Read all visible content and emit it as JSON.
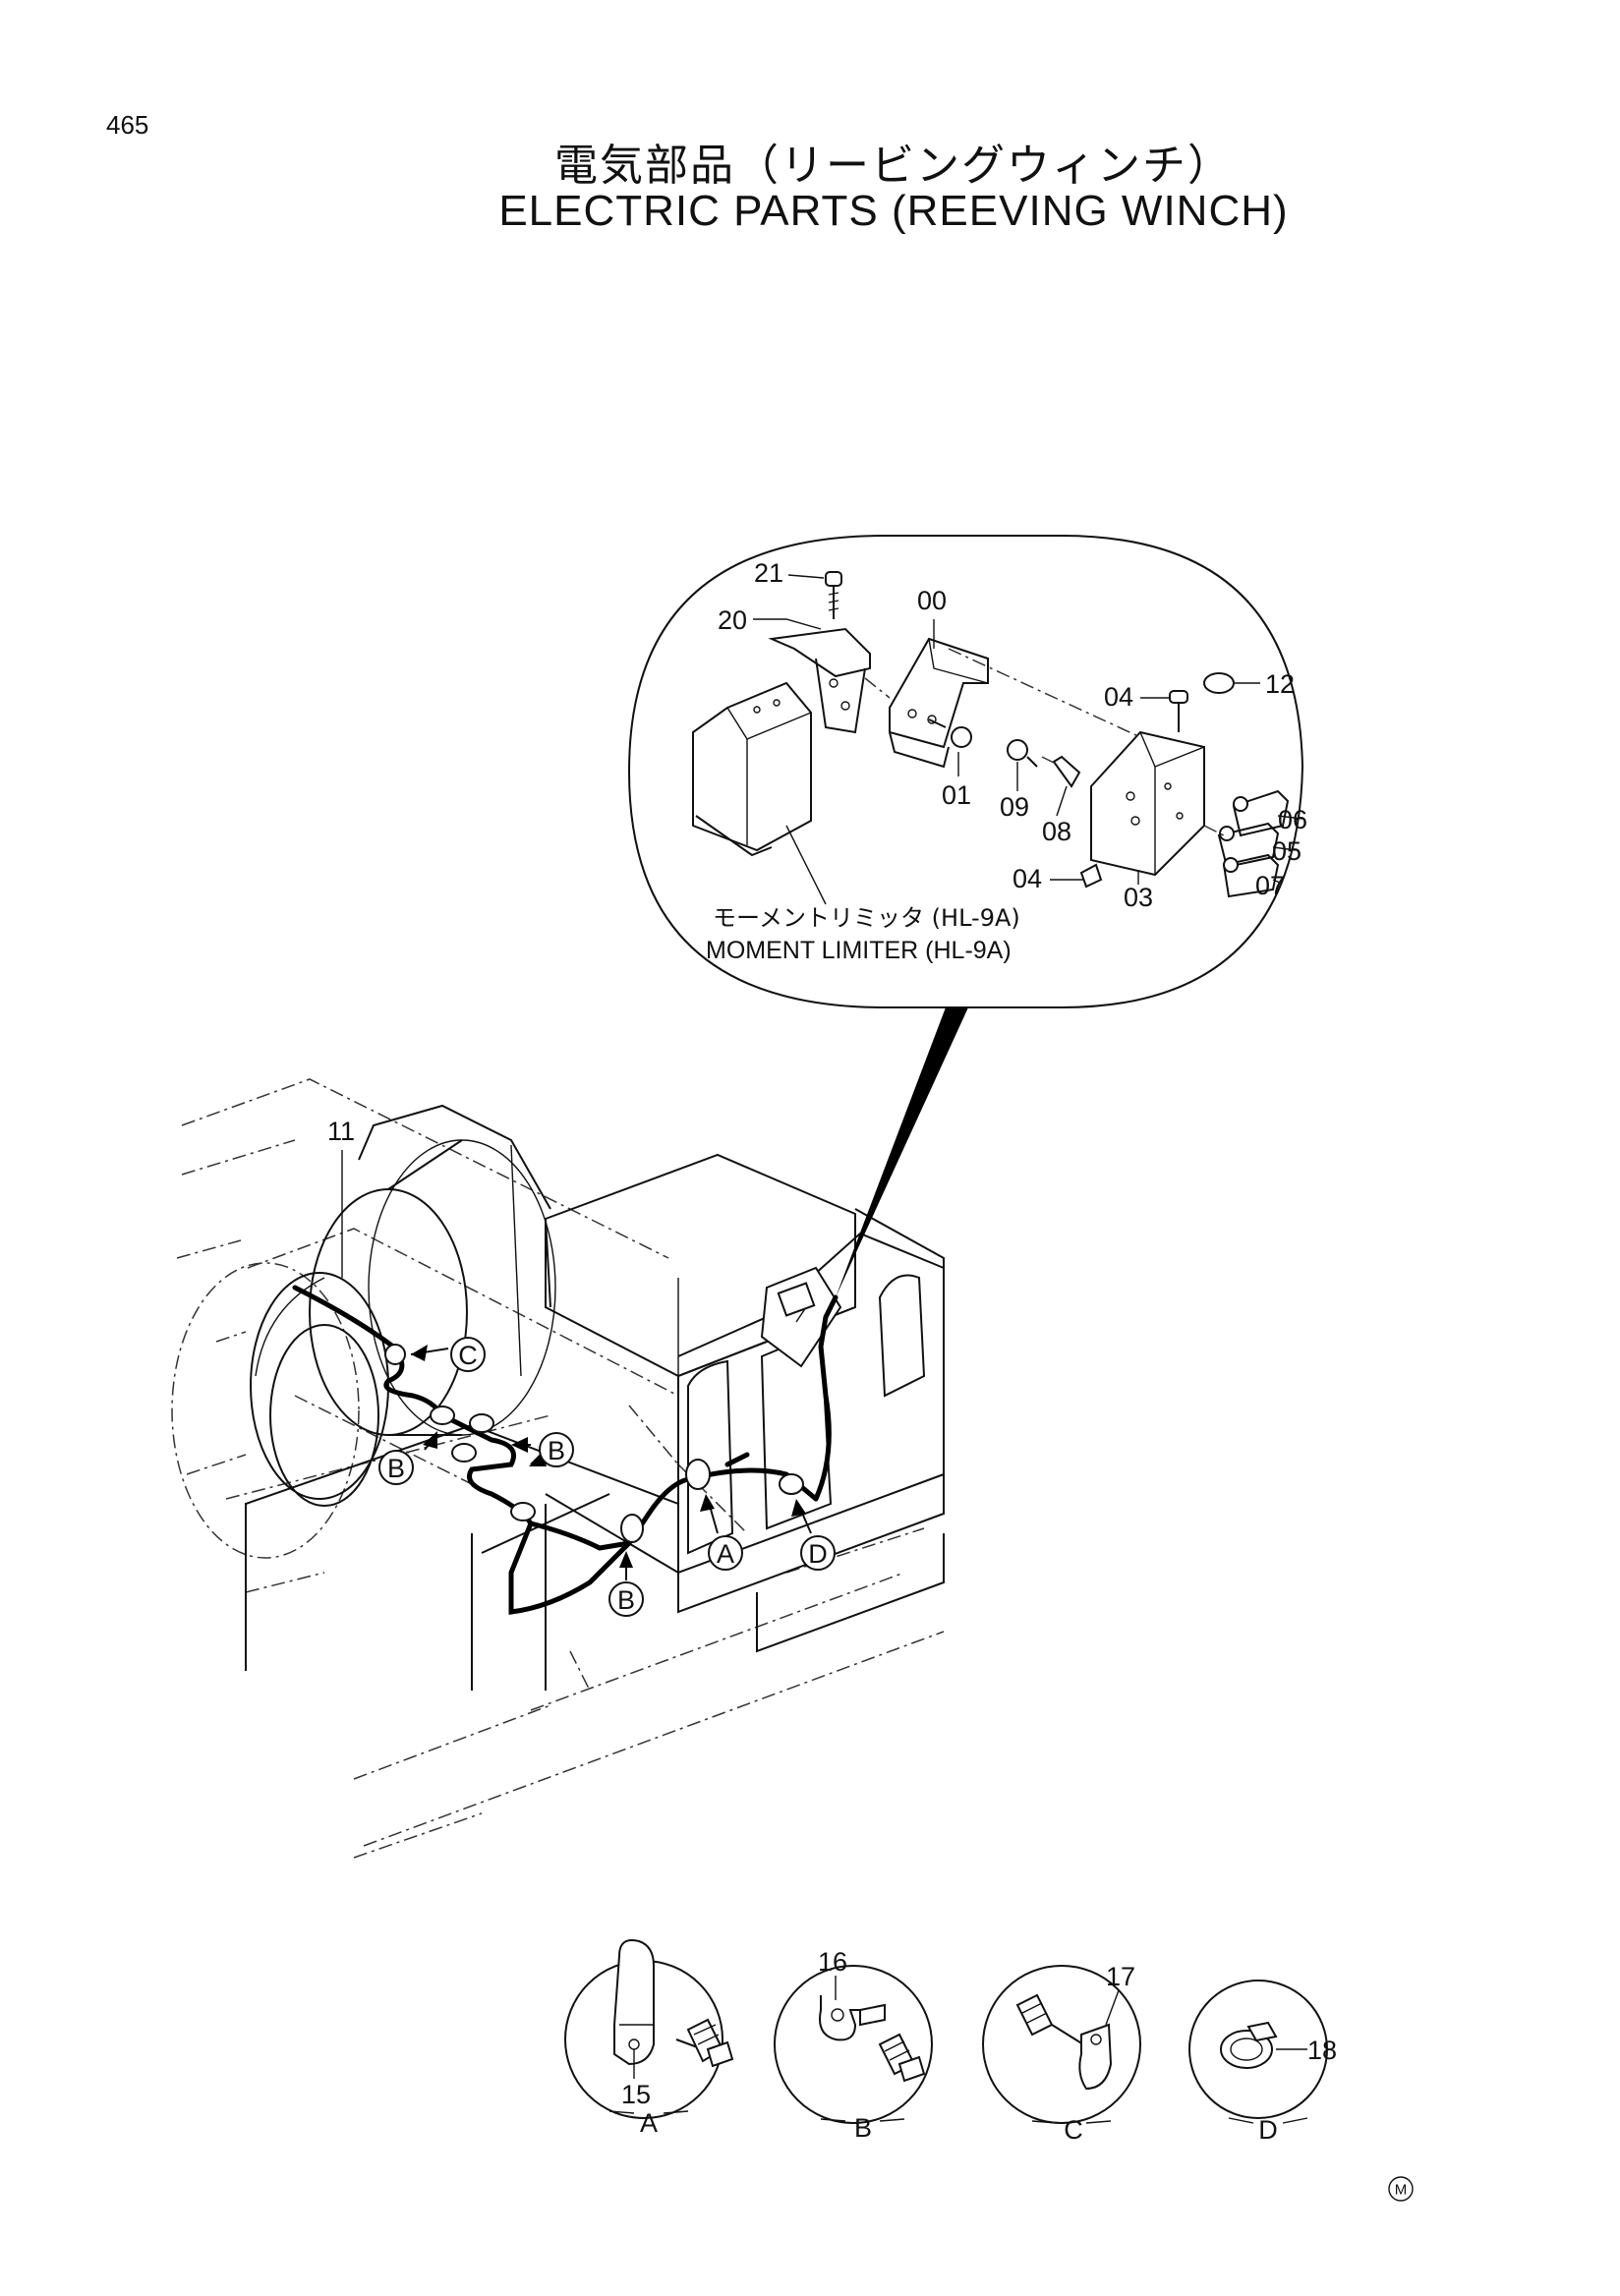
{
  "page_number": "465",
  "title_jp": "電気部品（リービングウィンチ）",
  "title_en": "ELECTRIC PARTS (REEVING WINCH)",
  "detail": {
    "caption_jp": "モーメントリミッタ (HL-9A)",
    "caption_en": "MOMENT LIMITER (HL-9A)",
    "part_labels": [
      "21",
      "20",
      "00",
      "01",
      "09",
      "08",
      "04",
      "12",
      "06",
      "05",
      "07",
      "03",
      "04"
    ]
  },
  "main_view": {
    "part_labels": [
      "11"
    ],
    "callouts": [
      "C",
      "B",
      "B",
      "B",
      "A",
      "D"
    ]
  },
  "insets": [
    {
      "letter": "A",
      "part": "15"
    },
    {
      "letter": "B",
      "part": "16"
    },
    {
      "letter": "C",
      "part": "17"
    },
    {
      "letter": "D",
      "part": "18"
    }
  ],
  "mark": "M"
}
